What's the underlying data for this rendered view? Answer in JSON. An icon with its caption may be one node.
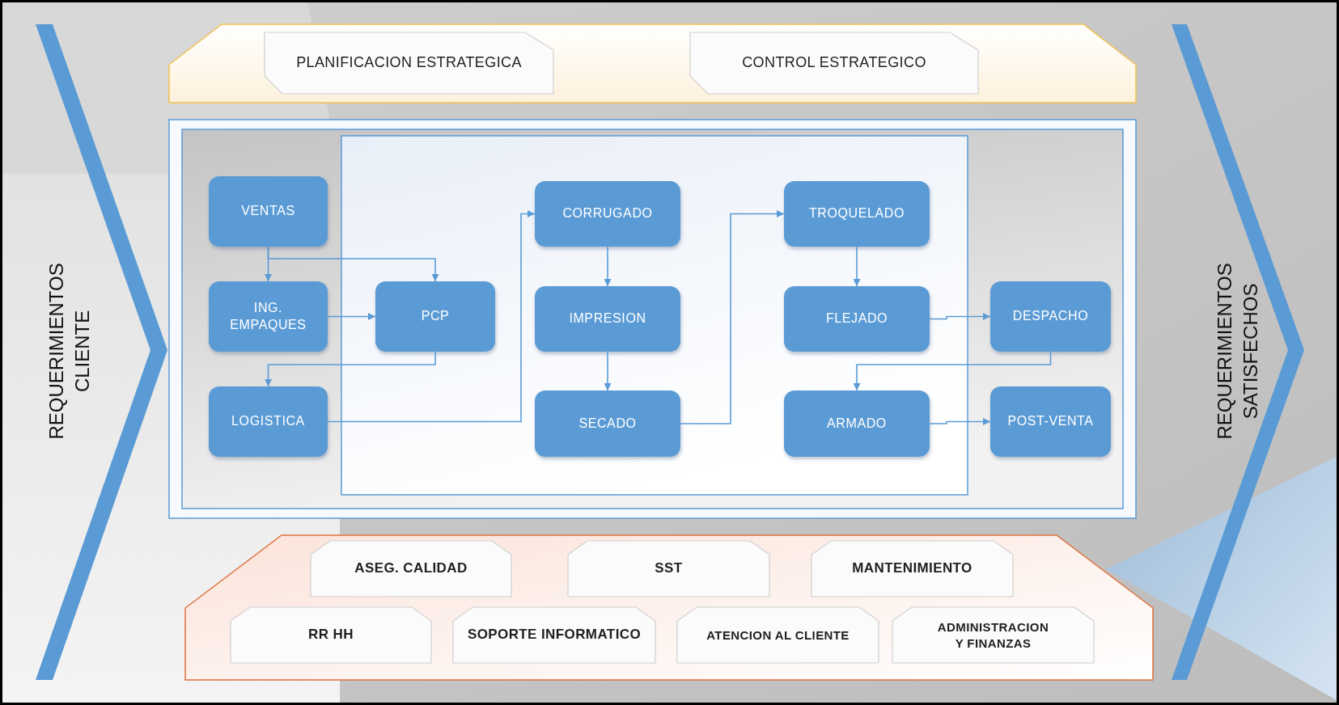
{
  "diagram": {
    "nodes": [
      {
        "text": [],
        "shape": "box"
      },
      {
        "text": [
          "PLANIFICACION ESTRATEGICA"
        ],
        "in": 0
      },
      {
        "text": [
          "CONTROL ESTRATEGICO"
        ],
        "in": 0
      },
      {
        "text": [],
        "shape": "box"
      },
      {
        "text": [],
        "shape": "box",
        "in": 3
      },
      {
        "text": [],
        "shape": "box",
        "in": 4
      },
      {
        "text": [
          "VENTAS"
        ],
        "in": 4
      },
      {
        "text": [
          "ING. EMPAQUES"
        ],
        "in": 4
      },
      {
        "text": [
          "PCP"
        ],
        "in": 5
      },
      {
        "text": [
          "LOGISTICA"
        ],
        "in": 4
      },
      {
        "text": [
          "CORRUGADO"
        ],
        "in": 5
      },
      {
        "text": [
          "IMPRESION"
        ],
        "in": 5
      },
      {
        "text": [
          "SECADO"
        ],
        "in": 5
      },
      {
        "text": [
          "TROQUELADO"
        ],
        "in": 5
      },
      {
        "text": [
          "FLEJADO"
        ],
        "in": 5
      },
      {
        "text": [
          "ARMADO"
        ],
        "in": 5
      },
      {
        "text": [
          "DESPACHO"
        ],
        "in": 4
      },
      {
        "text": [
          "POST-VENTA"
        ],
        "in": 4
      },
      {
        "text": [],
        "shape": "box"
      },
      {
        "text": [
          "ASEG. CALIDAD"
        ],
        "in": 18
      },
      {
        "text": [
          "SST"
        ],
        "in": 18
      },
      {
        "text": [
          "MANTENIMIENTO"
        ],
        "in": 18
      },
      {
        "text": [
          "RR HH"
        ],
        "in": 18
      },
      {
        "text": [
          "SOPORTE INFORMATICO"
        ],
        "in": 18
      },
      {
        "text": [
          "ATENCION AL CLIENTE"
        ],
        "in": 18
      },
      {
        "text": [
          "ADMINISTRACION Y FINANZAS"
        ],
        "in": 18
      }
    ],
    "edges": [
      {
        "from": 6,
        "to": 7,
        "arrow": "to"
      },
      {
        "from": 6,
        "to": 8,
        "arrow": "to"
      },
      {
        "from": 7,
        "to": 8,
        "arrow": "to"
      },
      {
        "from": 8,
        "to": 9,
        "arrow": "to"
      },
      {
        "from": 9,
        "to": 10,
        "arrow": "to"
      },
      {
        "from": 10,
        "to": 11,
        "arrow": "to"
      },
      {
        "from": 11,
        "to": 12,
        "arrow": "to"
      },
      {
        "from": 12,
        "to": 13,
        "arrow": "to"
      },
      {
        "from": 13,
        "to": 14,
        "arrow": "to"
      },
      {
        "from": 14,
        "to": 16,
        "arrow": "to"
      },
      {
        "from": 16,
        "to": 15,
        "arrow": "to"
      },
      {
        "from": 15,
        "to": 17,
        "arrow": "to"
      }
    ],
    "labels": [
      "REQUERIMIENTOS CLIENTE",
      "REQUERIMIENTOS SATISFECHOS"
    ]
  }
}
